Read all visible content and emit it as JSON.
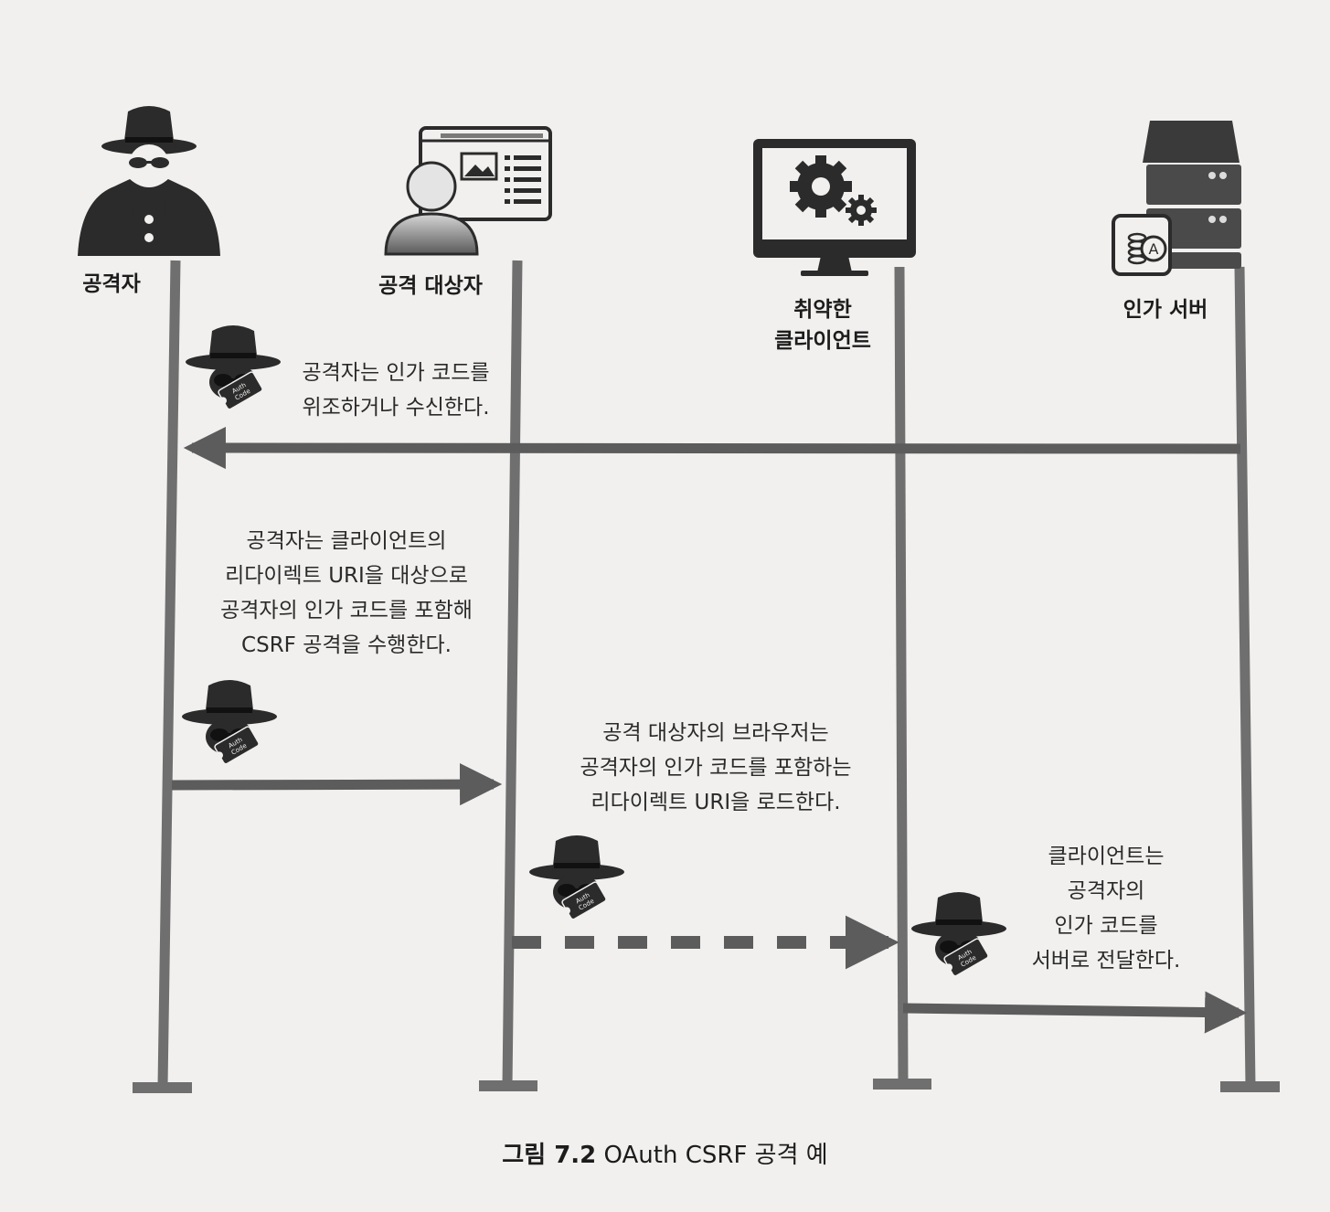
{
  "actors": [
    {
      "name": "공격자",
      "icon": "hacker-icon"
    },
    {
      "name": "공격 대상자",
      "icon": "user-browser-icon"
    },
    {
      "name": "취약한\n클라이언트",
      "icon": "monitor-gears-icon"
    },
    {
      "name": "인가 서버",
      "icon": "server-icon"
    }
  ],
  "steps": [
    {
      "text": "공격자는 인가 코드를\n위조하거나 수신한다.",
      "from": "인가 서버",
      "to": "공격자"
    },
    {
      "text": "공격자는 클라이언트의\n리다이렉트 URI을 대상으로\n공격자의 인가 코드를 포함해\nCSRF 공격을 수행한다.",
      "from": "공격자",
      "to": "공격 대상자"
    },
    {
      "text": "공격 대상자의 브라우저는\n공격자의 인가 코드를 포함하는\n리다이렉트 URI을 로드한다.",
      "from": "공격 대상자",
      "to": "취약한 클라이언트",
      "style": "dashed"
    },
    {
      "text": "클라이언트는\n공격자의\n인가 코드를\n서버로 전달한다.",
      "from": "취약한 클라이언트",
      "to": "인가 서버"
    }
  ],
  "code_ticket_text": "Auth\nCode",
  "server_badge_text": "A",
  "caption": {
    "number": "그림 7.2",
    "title": "OAuth CSRF 공격 예"
  },
  "colors": {
    "line": "#6f6f6f",
    "arrow": "#5c5c5c",
    "icon": "#2b2b2b",
    "background": "#f1f0ee"
  }
}
